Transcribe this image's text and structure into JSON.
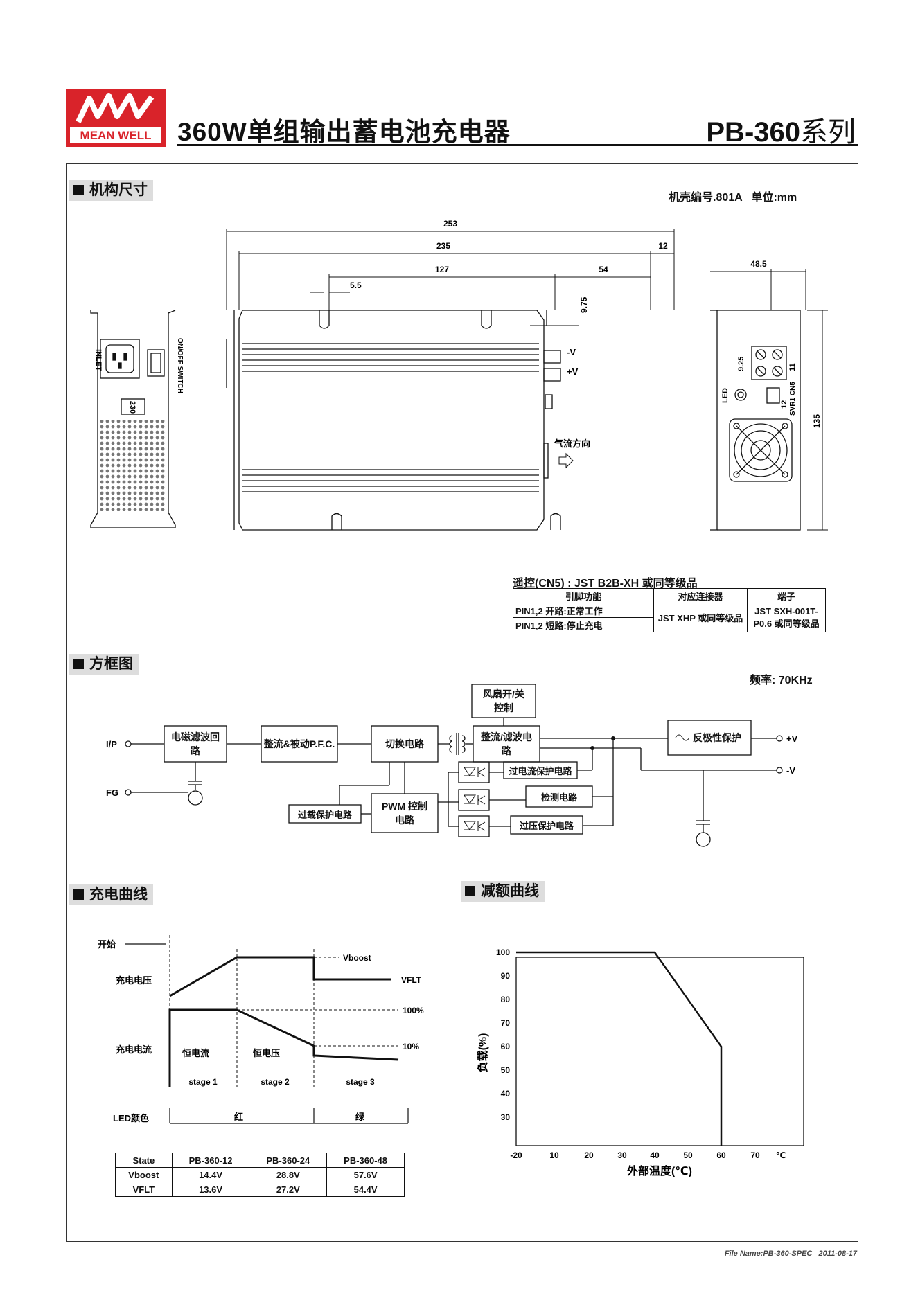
{
  "logo": {
    "brand": "MEAN WELL",
    "mark": "MW"
  },
  "header": {
    "title": "360W单组输出蓄电池充电器",
    "model": "PB-360",
    "series": "系列"
  },
  "sections": {
    "mech": "机构尺寸",
    "block": "方框图",
    "charge": "充电曲线",
    "derating": "减额曲线"
  },
  "mech": {
    "case_info": "机壳编号.801A   单位:mm",
    "dims": {
      "d253": "253",
      "d235": "235",
      "d12": "12",
      "d127": "127",
      "d54": "54",
      "d55": "5.5",
      "d975": "9.75",
      "d485": "48.5",
      "d135": "135",
      "d925": "9.25",
      "d11": "11",
      "d12b": "12"
    },
    "labels": {
      "inlet": "INLET",
      "switch": "ON/OFF SWITCH",
      "v230": "230",
      "neg": "-V",
      "pos": "+V",
      "airflow": "气流方向",
      "led": "LED",
      "svr": "SVR1 CN5"
    },
    "connector_title": "遥控(CN5) : JST B2B-XH 或同等级品",
    "connector_table": {
      "headers": [
        "引脚功能",
        "对应连接器",
        "端子"
      ],
      "row1": "PIN1,2 开路:正常工作",
      "row2": "PIN1,2 短路:停止充电",
      "mating": "JST XHP 或同等级品",
      "terminal": "JST SXH-001T-P0.6 或同等级品"
    }
  },
  "block": {
    "freq": "频率: 70KHz",
    "ip": "I/P",
    "fg": "FG",
    "emi": "电磁滤波回路",
    "pfc": "整流&被动P.F.C.",
    "switching": "切换电路",
    "rect": "整流/滤波电路",
    "fan": "风扇开/关控制",
    "reverse": "反极性保护",
    "vpos": "+V",
    "vneg": "-V",
    "ocp": "过电流保护电路",
    "detect": "检测电路",
    "ovp": "过压保护电路",
    "olp": "过载保护电路",
    "pwm": "PWM 控制电路"
  },
  "charge": {
    "start": "开始",
    "voltage": "充电电压",
    "current": "充电电流",
    "vboost": "Vboost",
    "vflt": "VFLT",
    "p100": "100%",
    "p10": "10%",
    "cc": "恒电流",
    "cv": "恒电压",
    "stage1": "stage 1",
    "stage2": "stage 2",
    "stage3": "stage 3",
    "led_label": "LED颜色",
    "red": "红",
    "green": "绿"
  },
  "state_table": {
    "headers": [
      "State",
      "PB-360-12",
      "PB-360-24",
      "PB-360-48"
    ],
    "rows": [
      [
        "Vboost",
        "14.4V",
        "28.8V",
        "57.6V"
      ],
      [
        "VFLT",
        "13.6V",
        "27.2V",
        "54.4V"
      ]
    ]
  },
  "chart_data": {
    "type": "line",
    "title": "",
    "xlabel": "外部温度(℃)",
    "ylabel": "负载(%)",
    "x_ticks": [
      "-20",
      "10",
      "20",
      "30",
      "40",
      "50",
      "60",
      "70",
      "℃"
    ],
    "y_ticks": [
      "100",
      "90",
      "80",
      "70",
      "60",
      "50",
      "40",
      "30"
    ],
    "series": [
      {
        "points": [
          [
            "-20",
            100
          ],
          [
            "40",
            100
          ],
          [
            "60",
            60
          ],
          [
            "60",
            20
          ]
        ]
      }
    ],
    "ylim": [
      20,
      100
    ],
    "grid": false
  },
  "footer": "File Name:PB-360-SPEC   2011-08-17"
}
